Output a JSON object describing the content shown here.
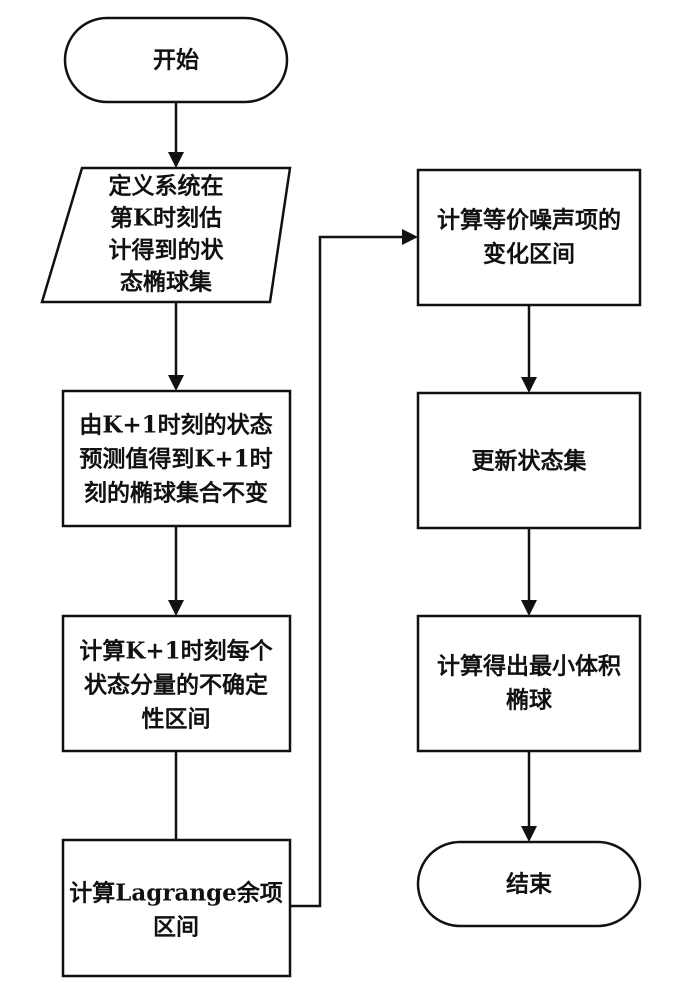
{
  "flowchart": {
    "start": {
      "label": "开始"
    },
    "define_set": {
      "lines": [
        "定义系统在",
        "第K时刻估",
        "计得到的状",
        "态椭球集"
      ]
    },
    "predict": {
      "lines": [
        "由K+1时刻的状态",
        "预测值得到K+1时",
        "刻的椭球集合不变"
      ]
    },
    "uncertainty": {
      "lines": [
        "计算K+1时刻每个",
        "状态分量的不确定",
        "性区间"
      ]
    },
    "lagrange": {
      "lines": [
        "计算Lagrange余项",
        "区间"
      ]
    },
    "noise": {
      "lines": [
        "计算等价噪声项的",
        "变化区间"
      ]
    },
    "update": {
      "lines": [
        "更新状态集"
      ]
    },
    "min_volume": {
      "lines": [
        "计算得出最小体积",
        "椭球"
      ]
    },
    "end": {
      "label": "结束"
    }
  }
}
